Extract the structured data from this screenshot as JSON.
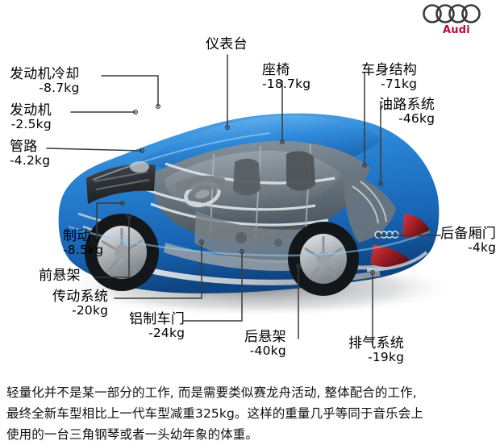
{
  "brand": {
    "logo_name": "audi-four-rings-logo",
    "wordmark": "Audi",
    "wordmark_color": "#bb0a30",
    "ring_color": "#3b3b3b"
  },
  "theme": {
    "body_blue": "#1f72c4",
    "body_blue_light": "#49a3e8",
    "body_blue_dark": "#0f4a88",
    "glass_gray": "#9aa3a9",
    "interior_gray": "#6e757a",
    "tail_light_red": "#9b1c22",
    "wheel_silver": "#c9cdd1",
    "leader_line": "#3a3a3a",
    "text": "#000000"
  },
  "title_note": "Audi lightweight construction weight-saving callout diagram",
  "callouts": [
    {
      "id": "engine-cooling",
      "name": "发动机冷却",
      "value": "-8.7kg"
    },
    {
      "id": "engine",
      "name": "发动机",
      "value": "-2.5kg"
    },
    {
      "id": "piping",
      "name": "管路",
      "value": "-4.2kg"
    },
    {
      "id": "dashboard",
      "name": "仪表台",
      "value": ""
    },
    {
      "id": "seats",
      "name": "座椅",
      "value": "-18.7kg"
    },
    {
      "id": "body-structure",
      "name": "车身结构",
      "value": "-71kg"
    },
    {
      "id": "fuel-system",
      "name": "油路系统",
      "value": "-46kg"
    },
    {
      "id": "tailgate",
      "name": "后备厢门",
      "value": "-4kg"
    },
    {
      "id": "brakes",
      "name": "制动",
      "value": "-8.5kg"
    },
    {
      "id": "front-suspension",
      "name": "前悬架",
      "value": ""
    },
    {
      "id": "drivetrain",
      "name": "传动系统",
      "value": "-20kg"
    },
    {
      "id": "aluminum-doors",
      "name": "铝制车门",
      "value": "-24kg"
    },
    {
      "id": "rear-suspension",
      "name": "后悬架",
      "value": "-40kg"
    },
    {
      "id": "exhaust-system",
      "name": "排气系统",
      "value": "-19kg"
    }
  ],
  "caption": {
    "line1": "轻量化并不是某一部分的工作, 而是需要类似赛龙舟活动, 整体配合的工作,",
    "line2": "最终全新车型相比上一代车型减重325kg。这样的重量几乎等同于音乐会上",
    "line3": "使用的一台三角钢琴或者一头幼年象的体重。",
    "total_reduction": "325kg"
  }
}
